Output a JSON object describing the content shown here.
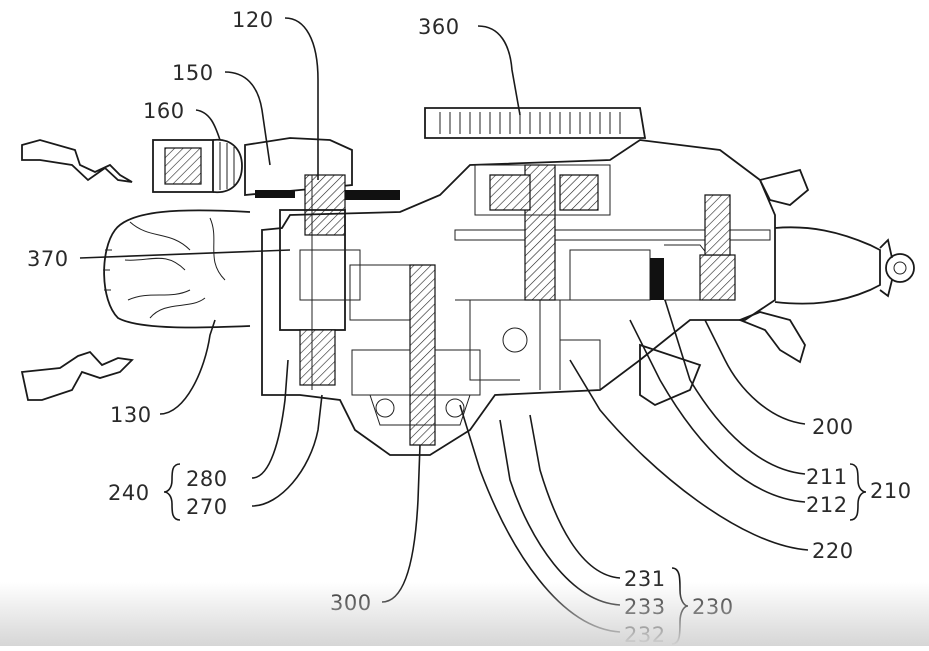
{
  "diagram": {
    "labels": {
      "l120": "120",
      "l150": "150",
      "l160": "160",
      "l360": "360",
      "l370": "370",
      "l130": "130",
      "l280": "280",
      "l270": "270",
      "l240": "240",
      "l300": "300",
      "l200": "200",
      "l211": "211",
      "l212": "212",
      "l210": "210",
      "l220": "220",
      "l231": "231",
      "l233": "233",
      "l232": "232",
      "l230": "230"
    }
  }
}
